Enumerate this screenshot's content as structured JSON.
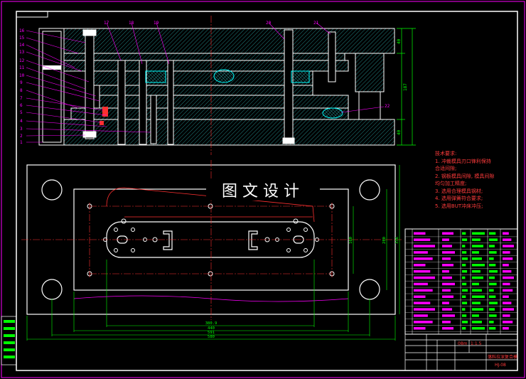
{
  "banner": {
    "text": "图文设计"
  },
  "callouts_left": [
    "16",
    "15",
    "14",
    "13",
    "12",
    "11",
    "10",
    "9",
    "8",
    "7",
    "6",
    "5",
    "4",
    "3",
    "2",
    "1"
  ],
  "callouts_top": [
    "17",
    "18",
    "19",
    "20",
    "21"
  ],
  "callout_right": "22",
  "dims": {
    "height_total": "187",
    "height_top": "40",
    "height_bottom": "40",
    "width_1": "380.9",
    "width_2": "440",
    "width_3": "591",
    "width_4": "580",
    "plan_h1": "160",
    "plan_h2": "280",
    "plan_h3": "336"
  },
  "notes": {
    "heading": "技术要求:",
    "items": [
      "1. 冲裁模具刃口锋利保持",
      "合适间隙;",
      "2. 钢板模具间隙, 模具间隙",
      "均匀加工精度;",
      "3. 选用合理模具钢材;",
      "4. 选用弹簧符合要求;",
      "5. 选用BUT冲床冲压;"
    ]
  },
  "title_block": {
    "scale": "1:1.5",
    "sheet": "08m",
    "drawing_title": "落料拉深复合模",
    "drawing_no": "HJ-08"
  },
  "colors": {
    "background": "#000000",
    "frame": "#ffffff",
    "section": "#00ffff",
    "hatch": "#2aa7a7",
    "centerline": "#ff3030",
    "dimension": "#00ff00",
    "callout": "#ff00ff",
    "text_red": "#ff3b3b",
    "table_green": "#00ff00",
    "table_magenta": "#ff00ff"
  }
}
